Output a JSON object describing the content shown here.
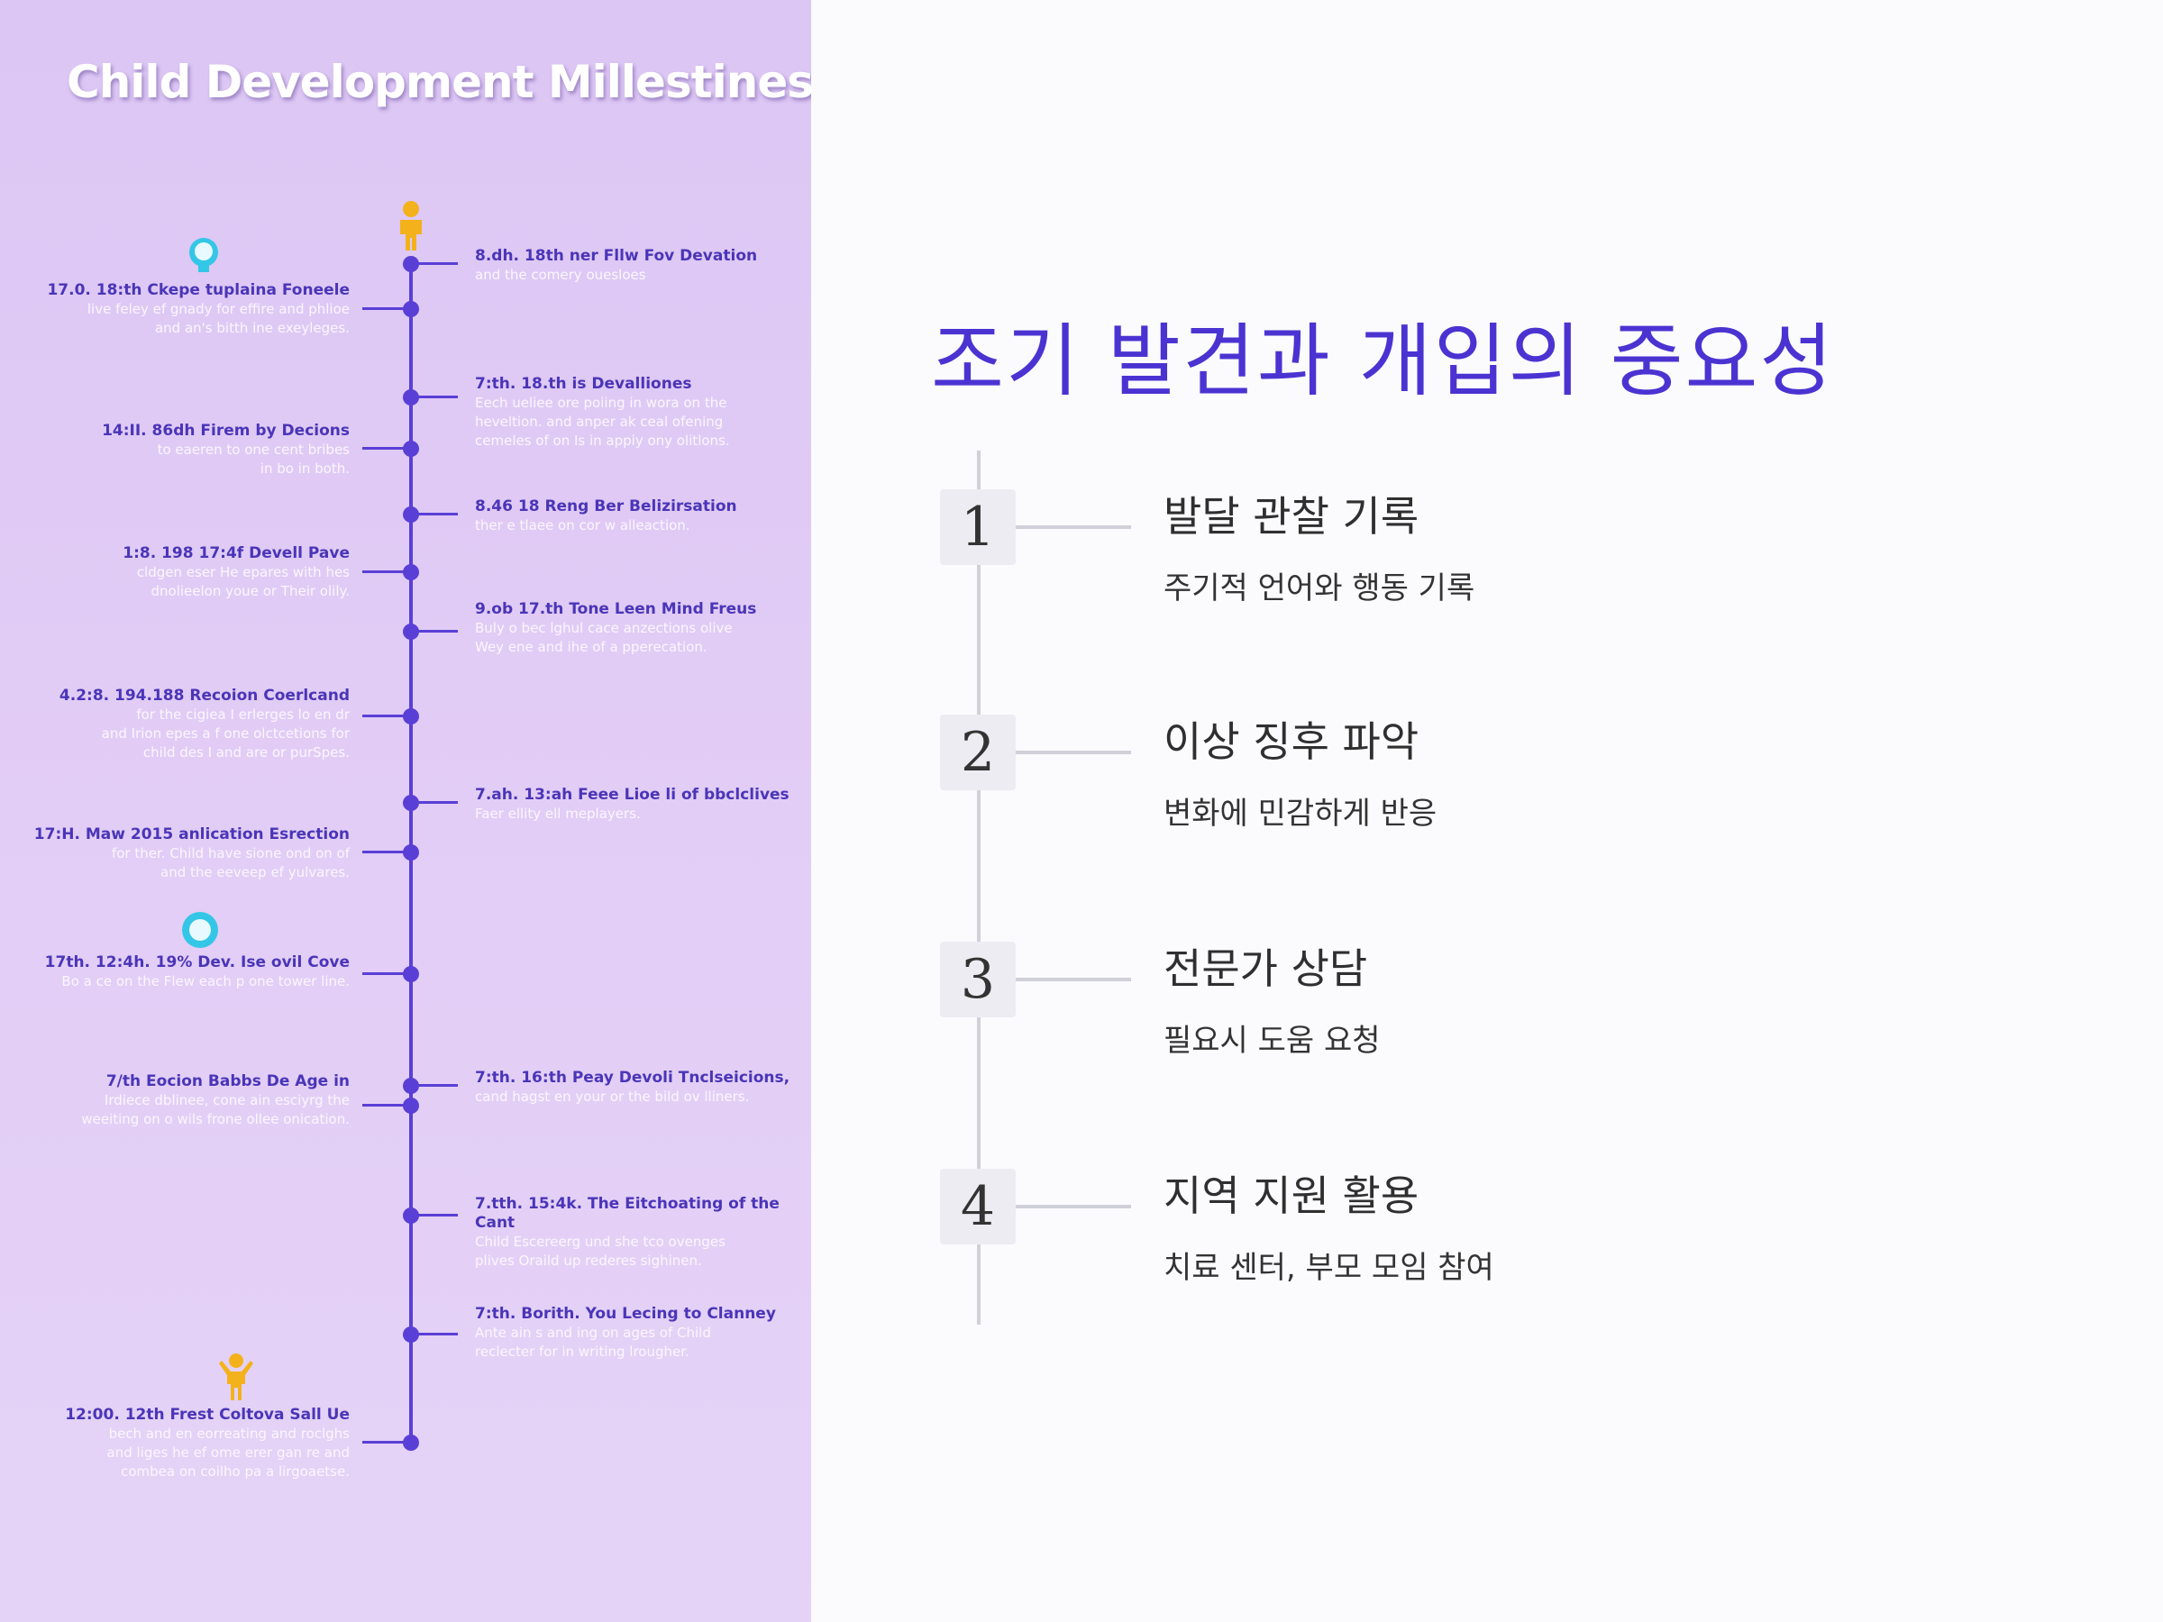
{
  "poster": {
    "title": "Child Development Millestines",
    "colors": {
      "background": "#dcc6f4",
      "line": "#5a3fd6",
      "figure": "#f3b21b",
      "icon": "#34c6e6"
    },
    "left_entries": [
      {
        "head": "17.0. 18:th Ckepe tuplaina Foneele",
        "lines": [
          "live feley ef gnady for effire and phlioe",
          "and an's bitth ine exeyleges."
        ]
      },
      {
        "head": "14:II. 86dh Firem by Decions",
        "lines": [
          "to eaeren to one cent bribes",
          "in bo in both."
        ]
      },
      {
        "head": "1:8. 198 17:4f Devell Pave",
        "lines": [
          "cldgen eser He epares with hes",
          "dnolieelon youe or Their olily."
        ]
      },
      {
        "head": "4.2:8. 194.188 Recoion Coerlcand",
        "lines": [
          "for the cigiea I erlerges lo en dr",
          "and Irion epes a f one olctcetions for",
          "child des I and are or purSpes."
        ]
      },
      {
        "head": "17:H. Maw 2015 anlication Esrection",
        "lines": [
          "for ther. Child have sione ond on of",
          "and the eeveep ef yulvares."
        ]
      },
      {
        "head": "17th. 12:4h. 19% Dev. Ise ovil Cove",
        "lines": [
          "Bo a ce on the Flew each p one tower line."
        ]
      },
      {
        "head": "7/th Eocion Babbs De Age in",
        "lines": [
          "Irdiece dblinee, cone ain esciyrg the",
          "weeiting on o wils frone ollee onication."
        ]
      },
      {
        "head": "12:00. 12th Frest Coltova Sall Ue",
        "lines": [
          "bech and en eorreating and roclghs",
          "and liges he ef ome erer gan re and",
          "combea on coilho pa a lirgoaetse."
        ]
      }
    ],
    "right_entries": [
      {
        "head": "8.dh. 18th ner Fllw Fov Devation",
        "lines": [
          "and the comery ouesloes"
        ]
      },
      {
        "head": "7:th. 18.th is Devalliones",
        "lines": [
          "Eech ueliee ore poiing in wora on the",
          "heveltion. and anper ak ceal ofening",
          "cemeles of on Is in appiy ony olitlons."
        ]
      },
      {
        "head": "8.46 18 Reng Ber Belizirsation",
        "lines": [
          "ther e tlaee on cor w alleaction."
        ]
      },
      {
        "head": "9.ob 17.th Tone Leen Mind Freus",
        "lines": [
          "Buly o bec lghul cace anzections olive",
          "Wey ene and ihe of a pperecation."
        ]
      },
      {
        "head": "7.ah. 13:ah Feee Lioe li of bbclclives",
        "lines": [
          "Faer ellity ell meplayers."
        ]
      },
      {
        "head": "7:th. 16:th Peay Devoli Tnclseicions,",
        "lines": [
          "cand hagst en your or the bild ov lliners."
        ]
      },
      {
        "head": "7.tth. 15:4k. The Eitchoating of the Cant",
        "lines": [
          "Child Escereerg und she tco ovenges",
          "plives Oraild up rederes sighinen."
        ]
      },
      {
        "head": "7:th. Borith. You Lecing to Clanney",
        "lines": [
          "Ante ain s and ing on ages of Child",
          "reclecter for in writing lrougher."
        ]
      }
    ]
  },
  "main": {
    "title": "조기 발견과 개입의 중요성",
    "title_color": "#4b33d2",
    "steps": [
      {
        "number": "1",
        "title": "발달 관찰 기록",
        "desc": "주기적 언어와 행동 기록"
      },
      {
        "number": "2",
        "title": "이상 징후 파악",
        "desc": "변화에 민감하게 반응"
      },
      {
        "number": "3",
        "title": "전문가 상담",
        "desc": "필요시 도움 요청"
      },
      {
        "number": "4",
        "title": "지역 지원 활용",
        "desc": "치료 센터, 부모 모임 참여"
      }
    ]
  }
}
